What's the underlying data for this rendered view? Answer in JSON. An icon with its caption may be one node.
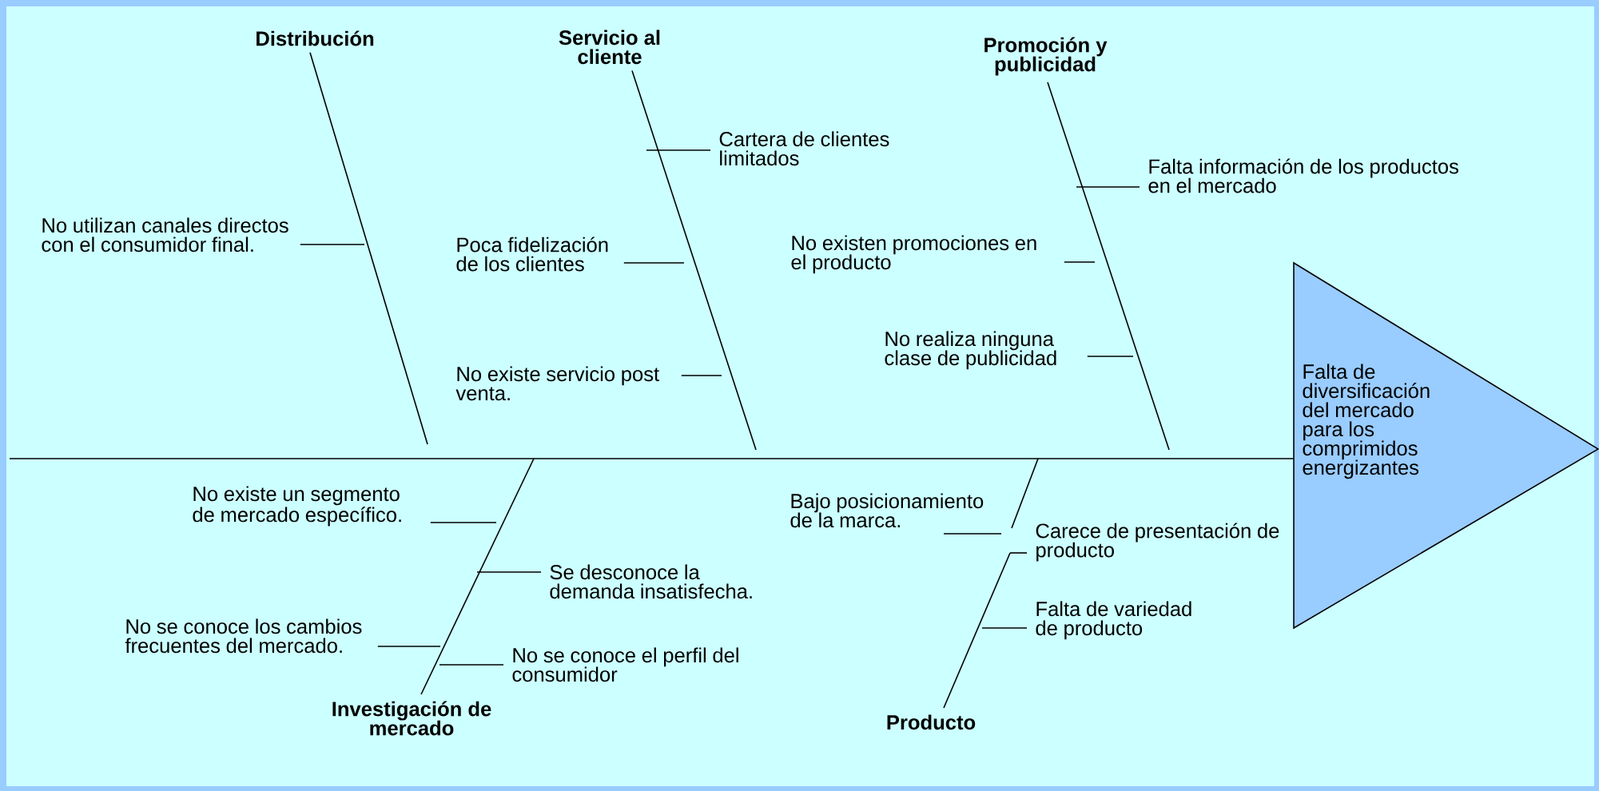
{
  "diagram": {
    "nodes": [
      {
        "text": [
          "Distribución"
        ]
      },
      {
        "text": [
          "Servicio al cliente"
        ]
      },
      {
        "text": [
          "Promoción y publicidad"
        ]
      },
      {
        "text": [
          "Investigación de mercado"
        ]
      },
      {
        "text": [
          "Producto"
        ]
      },
      {
        "text": [
          "Falta de diversificación del mercado para los comprimidos energizantes"
        ]
      },
      {
        "text": [
          "No utilizan canales directos con el consumidor final."
        ]
      },
      {
        "text": [
          "Cartera de clientes limitados"
        ]
      },
      {
        "text": [
          "Poca fidelización de los clientes"
        ]
      },
      {
        "text": [
          "No existe servicio post venta."
        ]
      },
      {
        "text": [
          "Falta información de los productos en el mercado"
        ]
      },
      {
        "text": [
          "No existen promociones en el producto"
        ]
      },
      {
        "text": [
          "No realiza ninguna clase de publicidad"
        ]
      },
      {
        "text": [
          "No existe un segmento de mercado específico."
        ]
      },
      {
        "text": [
          "Se desconoce la demanda insatisfecha."
        ]
      },
      {
        "text": [
          "No se conoce los cambios frecuentes del mercado."
        ]
      },
      {
        "text": [
          "No se conoce el perfil del consumidor"
        ]
      },
      {
        "text": [
          "Bajo posicionamiento de la marca."
        ]
      },
      {
        "text": [
          "Carece de presentación de producto"
        ]
      },
      {
        "text": [
          "Falta de variedad de producto"
        ]
      }
    ],
    "edges": [
      {
        "from": null,
        "to": 5,
        "arrow": "none"
      },
      {
        "from": 0,
        "to": null,
        "arrow": "none"
      },
      {
        "from": 1,
        "to": null,
        "arrow": "none"
      },
      {
        "from": 2,
        "to": null,
        "arrow": "none"
      },
      {
        "from": 3,
        "to": null,
        "arrow": "none"
      },
      {
        "from": 4,
        "to": null,
        "arrow": "none"
      },
      {
        "from": 6,
        "to": null,
        "arrow": "none"
      },
      {
        "from": 7,
        "to": null,
        "arrow": "none"
      },
      {
        "from": 8,
        "to": null,
        "arrow": "none"
      },
      {
        "from": 9,
        "to": null,
        "arrow": "none"
      },
      {
        "from": 10,
        "to": null,
        "arrow": "none"
      },
      {
        "from": 11,
        "to": null,
        "arrow": "none"
      },
      {
        "from": 12,
        "to": null,
        "arrow": "none"
      },
      {
        "from": 13,
        "to": null,
        "arrow": "none"
      },
      {
        "from": 14,
        "to": null,
        "arrow": "none"
      },
      {
        "from": 15,
        "to": null,
        "arrow": "none"
      },
      {
        "from": 16,
        "to": null,
        "arrow": "none"
      },
      {
        "from": 17,
        "to": null,
        "arrow": "none"
      },
      {
        "from": 18,
        "to": null,
        "arrow": "none"
      },
      {
        "from": 19,
        "to": null,
        "arrow": "none"
      }
    ]
  }
}
